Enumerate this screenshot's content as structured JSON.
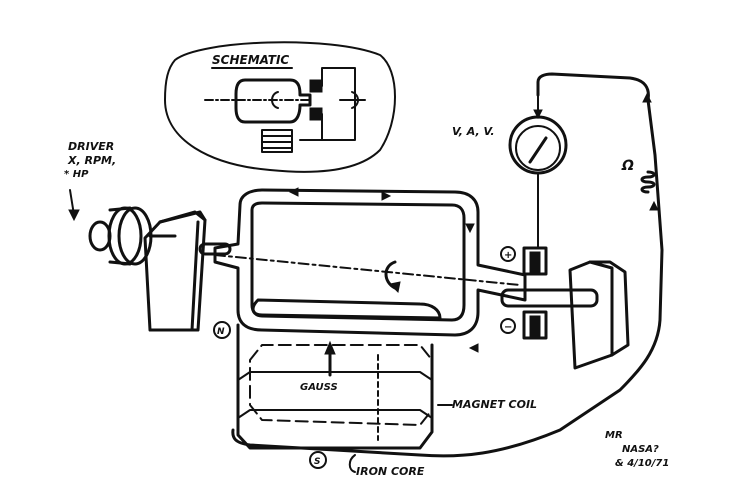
{
  "labels": {
    "schematic": "SCHEMATIC",
    "driver_line1": "DRIVER",
    "driver_line2": "X, RPM,",
    "driver_line3": "* HP",
    "voltmeter": "V, A, V.",
    "omega": "Ω",
    "gauss": "GAUSS",
    "magnet_coil": "MAGNET COIL",
    "iron_core": "IRON CORE",
    "terminal_n": "N",
    "terminal_s": "S",
    "plus": "+",
    "minus": "−",
    "signature_line1": "MR",
    "signature_line2": "NASA?",
    "signature_line3": "& 4/10/71"
  }
}
